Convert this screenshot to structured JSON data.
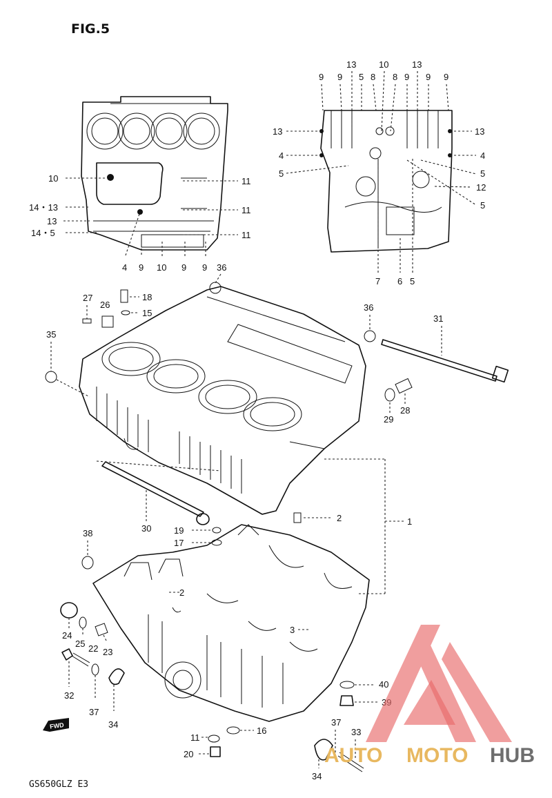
{
  "figure_title": "FIG.5",
  "model_code": "GS650GLZ E3",
  "fwd_mark": "FWD",
  "watermark": {
    "part1": "AUTO",
    "part2": "MOTO",
    "part3": "HUB",
    "color_red": "#e86a6a",
    "color_gold": "#e8b860",
    "color_gray": "#6e6e6e"
  },
  "callouts": {
    "tl_10": "10",
    "tl_11a": "11",
    "tl_11b": "11",
    "tl_11c": "11",
    "tl_14_13": "14・13",
    "tl_13": "13",
    "tl_14_5": "14・5",
    "tl_b4": "4",
    "tl_b9a": "9",
    "tl_b10": "10",
    "tl_b9b": "9",
    "tl_b9c": "9",
    "tr_9a": "9",
    "tr_9b": "9",
    "tr_13a": "13",
    "tr_5": "5",
    "tr_8a": "8",
    "tr_10": "10",
    "tr_8b": "8",
    "tr_9c": "9",
    "tr_13b": "13",
    "tr_9d": "9",
    "tr_9e": "9",
    "tr_l13": "13",
    "tr_l4": "4",
    "tr_l5": "5",
    "tr_r13": "13",
    "tr_r4": "4",
    "tr_r5a": "5",
    "tr_r12": "12",
    "tr_r5b": "5",
    "tr_b7": "7",
    "tr_b6": "6",
    "tr_b5": "5",
    "m36a": "36",
    "m27": "27",
    "m26": "26",
    "m18": "18",
    "m15": "15",
    "m36b": "36",
    "m31": "31",
    "m35": "35",
    "m29": "29",
    "m28": "28",
    "m30": "30",
    "m2": "2",
    "m1": "1",
    "m19": "19",
    "m17": "17",
    "m38": "38",
    "b2": "2",
    "b3": "3",
    "b24": "24",
    "b25": "25",
    "b22": "22",
    "b23": "23",
    "b32": "32",
    "b37a": "37",
    "b34a": "34",
    "b40": "40",
    "b39": "39",
    "b11": "11",
    "b16": "16",
    "b20": "20",
    "b37b": "37",
    "b33": "33",
    "b34b": "34"
  }
}
